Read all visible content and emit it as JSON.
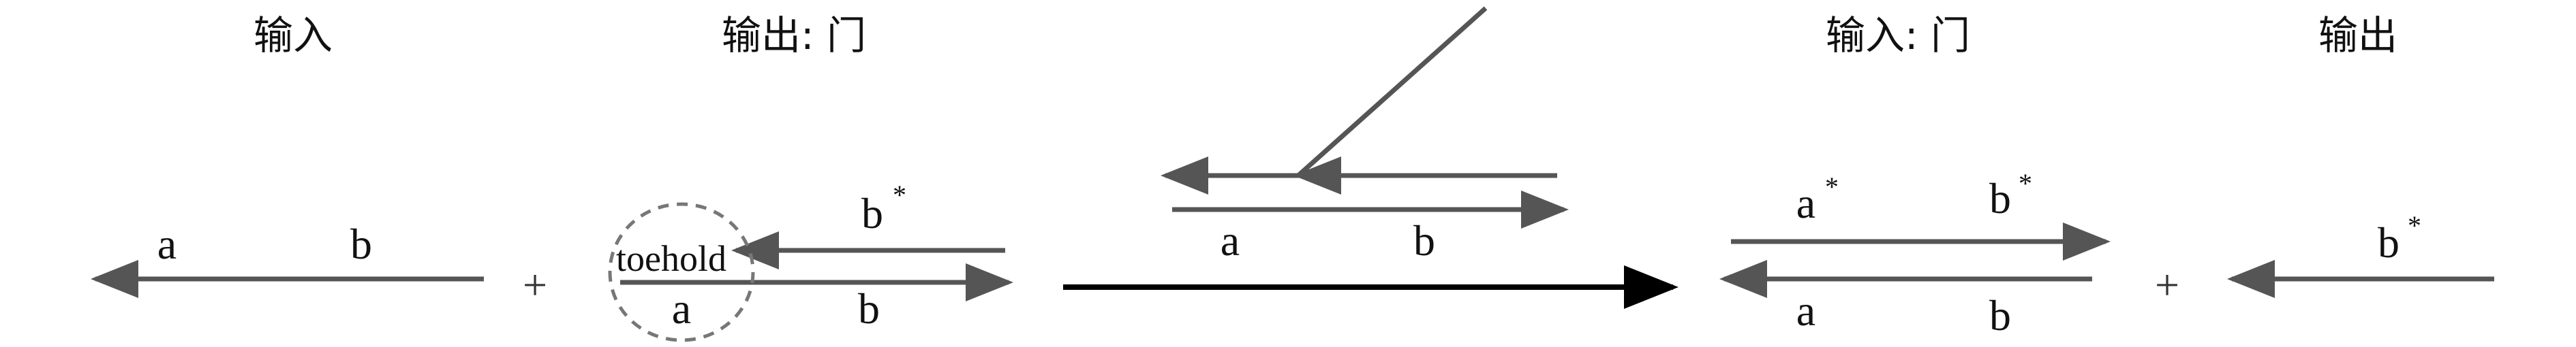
{
  "headers": {
    "input": "输入",
    "output_gate": "输出: 门",
    "input_gate": "输入: 门",
    "output": "输出"
  },
  "labels": {
    "a": "a",
    "b": "b",
    "star": "*",
    "toehold": "toehold",
    "plus": "+"
  },
  "colors": {
    "strand": "#555555",
    "reaction_arrow": "#000000",
    "circle": "#777777",
    "text": "#111111"
  }
}
